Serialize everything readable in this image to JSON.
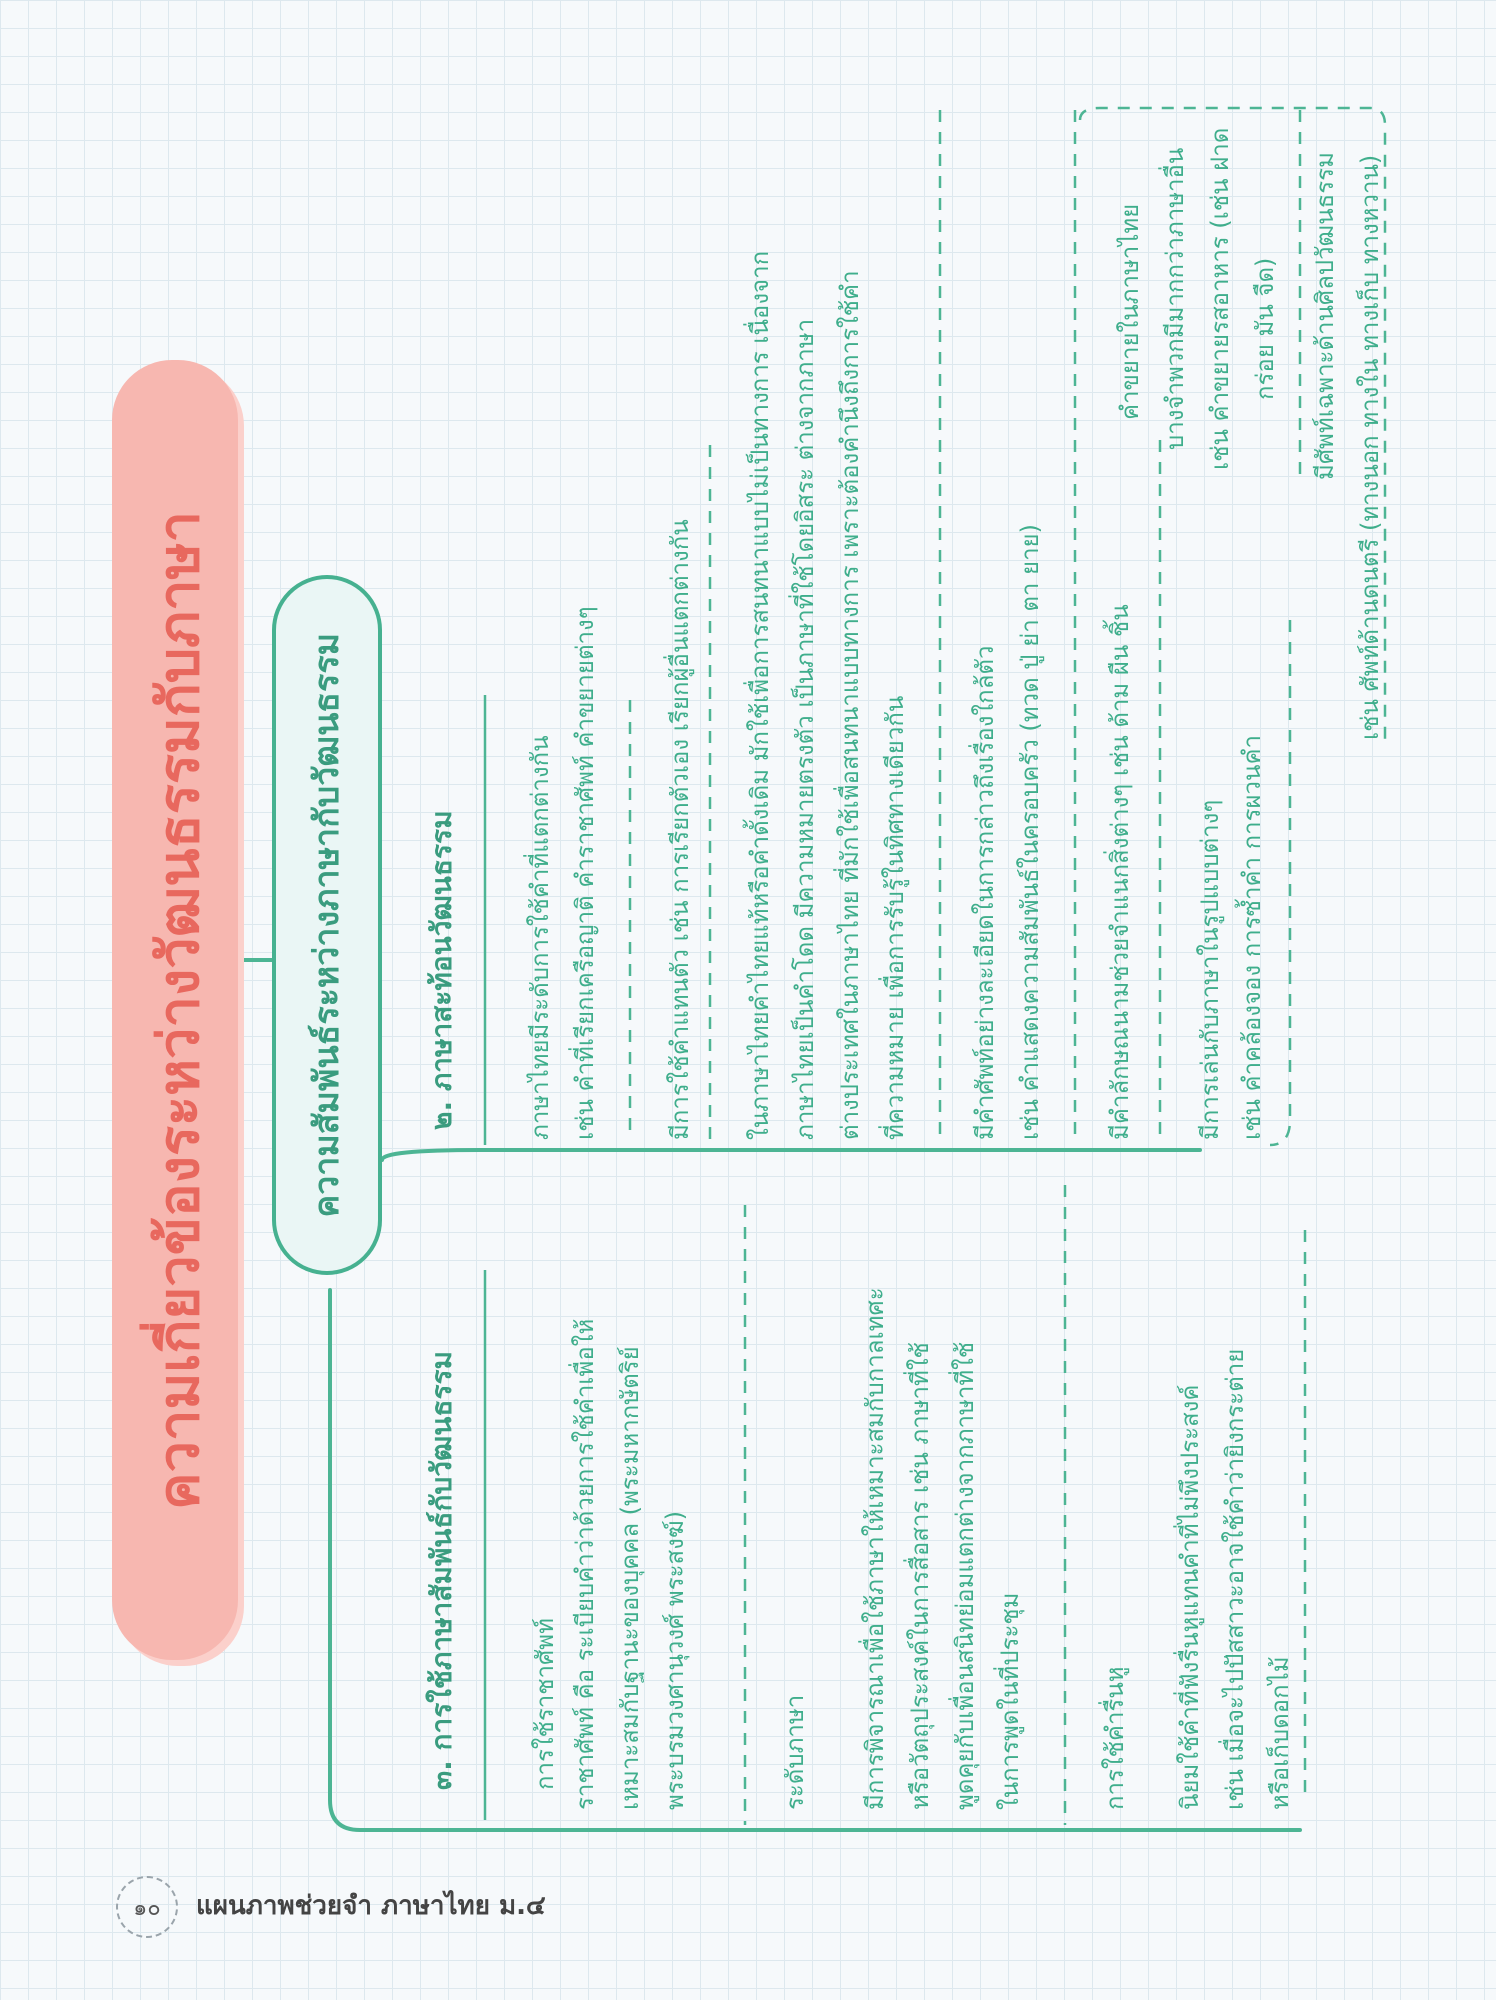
{
  "title": "ความเกี่ยวข้องระหว่างวัฒนธรรมกับภาษา",
  "subtitle": "ความสัมพันธ์ระหว่างภาษากับวัฒนธรรม",
  "branch_2": {
    "heading": "๒. ภาษาสะท้อนวัฒนธรรม",
    "blocks": [
      [
        "ภาษาไทยมีระดับการใช้คำที่แตกต่างกัน",
        "เช่น คำที่เรียกเครือญาติ คำราชาศัพท์ คำขยายต่างๆ"
      ],
      [
        "มีการใช้คำแทนตัว เช่น การเรียกตัวเอง เรียกผู้อื่นแตกต่างกัน"
      ],
      [
        "ในภาษาไทยคำไทยแท้หรือคำดั้งเดิม มักใช้เพื่อการสนทนาแบบไม่เป็นทางการ เนื่องจาก",
        "ภาษาไทยเป็นคำโดด มีความหมายตรงตัว เป็นภาษาที่ใช้โดยอิสระ ต่างจากภาษา",
        "ต่างประเทศในภาษาไทย ที่มักใช้เพื่อสนทนาแบบทางการ เพราะต้องคำนึงถึงการใช้คำ",
        "ที่ความหมาย เพื่อการรับรู้ในทิศทางเดียวกัน"
      ],
      [
        "มีคำศัพท์อย่างละเอียดในการกล่าวถึงเรื่องใกล้ตัว",
        "เช่น คำแสดงความสัมพันธ์ในครอบครัว (ทวด ปู่ ย่า ตา ยาย)"
      ],
      [
        "มีคำลักษณนามช่วยจำแนกสิ่งต่างๆ เช่น ด้าม ผืน ชิ้น"
      ],
      [
        "มีการเล่นกับภาษาในรูปแบบต่างๆ",
        "เช่น คำคล้องจอง การซ้ำคำ การผวนคำ"
      ],
      [
        "คำขยายในภาษาไทย",
        "บางจำพวกมีมากกว่าภาษาอื่น",
        "เช่น คำขยายรสอาหาร (เช่น ฝาด",
        "กร่อย มัน จืด)"
      ],
      [
        "มีศัพท์เฉพาะด้านศิลปวัฒนธรรม",
        "เช่น ศัพท์ด้านดนตรี (ทางนอก ทางใน ทางเก็บ ทางหวาน)"
      ]
    ]
  },
  "branch_3": {
    "heading": "๓. การใช้ภาษาสัมพันธ์กับวัฒนธรรม",
    "sections": [
      {
        "label": "การใช้ราชาศัพท์",
        "lines": [
          "ราชาศัพท์ คือ ระเบียบคำว่าด้วยการใช้คำเพื่อให้",
          "เหมาะสมกับฐานะของบุคคล (พระมหากษัตริย์",
          "พระบรมวงศานุวงศ์ พระสงฆ์)"
        ]
      },
      {
        "label": "ระดับภาษา",
        "lines": [
          "มีการพิจารณาเพื่อใช้ภาษาให้เหมาะสมกับกาลเทศะ",
          "หรือวัตถุประสงค์ในการสื่อสาร เช่น ภาษาที่ใช้",
          "พูดคุยกับเพื่อนสนิทย่อมแตกต่างจากภาษาที่ใช้",
          "ในการพูดในที่ประชุม"
        ]
      },
      {
        "label": "การใช้คำรื่นหู",
        "lines": [
          "นิยมใช้คำที่ฟังรื่นหูแทนคำที่ไม่พึงประสงค์",
          "เช่น เมื่อจะไปปัสสาวะอาจใช้คำว่ายิงกระต่าย",
          "หรือเก็บดอกไม้"
        ]
      }
    ]
  },
  "footer": {
    "page_number": "๑๐",
    "book_title": "แผนภาพช่วยจำ ภาษาไทย ม.๔"
  }
}
